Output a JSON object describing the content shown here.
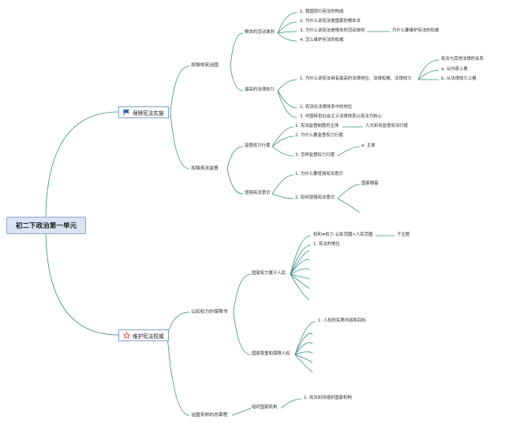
{
  "root": {
    "label": "初二下政治第一单元",
    "icon": "none"
  },
  "branches": {
    "baozhang": {
      "label": "保障宪法实施",
      "icon": "flag-icon",
      "icon_color": "#2f5fa8",
      "yifa": {
        "label": "加强依宪治国",
        "genben": {
          "label": "根本的活动准则",
          "items": [
            "1. 我国现行宪法的构成",
            "2. 为什么说宪法是国家的根本法",
            "3. 为什么说宪法是根本的活动准则",
            "4. 怎么维护宪法的权威"
          ],
          "aside": "为什么要维护宪法的权威"
        },
        "zuigao": {
          "label": "最高的法律效力",
          "item1": "1. 为什么说宪法具有最高的法律地位、法律权威、法律效力",
          "sub": [
            "宪法与其他法律的关系",
            "a. 从内容上看",
            "b. 从法律效力上看"
          ],
          "item2": "2. 宪法在法律体系中的地位",
          "item3": "3. 中国特色社会主义法律体系以宪法为核心"
        }
      },
      "jiandu": {
        "label": "加强宪法监督",
        "quanli": {
          "label": "监督权力行使",
          "item1": "1. 宪法监督制度的主体",
          "item1_aside": "人大如何监督宪法行使",
          "item2": "2. 为什么要监督权力行使",
          "item3": "3. 怎样监督权力行使",
          "item3_sub": "a. 主体"
        },
        "yishi": {
          "label": "增强宪法意识",
          "item1": "1. 为什么要增强宪法意识",
          "item2": "2. 如何增强宪法意识",
          "item2_sub": "国家根基"
        }
      }
    },
    "weihu": {
      "label": "维护宪法权威",
      "icon": "star-outline-icon",
      "icon_color": "#d9412b",
      "gongmin": {
        "label": "公民权力的保障书",
        "renmin": {
          "label": "国家权力属于人民",
          "item1": "权利≠权力 公民范围>人民范围",
          "item1_aside": "子主题",
          "item2": "1. 宪法的地位"
        },
        "renquan": {
          "label": "国家尊重和保障人权",
          "item1": "1. 人权的实质内容和目标"
        }
      },
      "zhiguo": {
        "label": "治国安邦的总章程",
        "jigou": {
          "label": "组织国家机构",
          "item1": "1. 宪法如何组织国家机构"
        }
      }
    }
  },
  "colors": {
    "connector": "#3a8c7c",
    "root_fill": "#d9e4f3",
    "box_border": "#7fa0c4"
  }
}
